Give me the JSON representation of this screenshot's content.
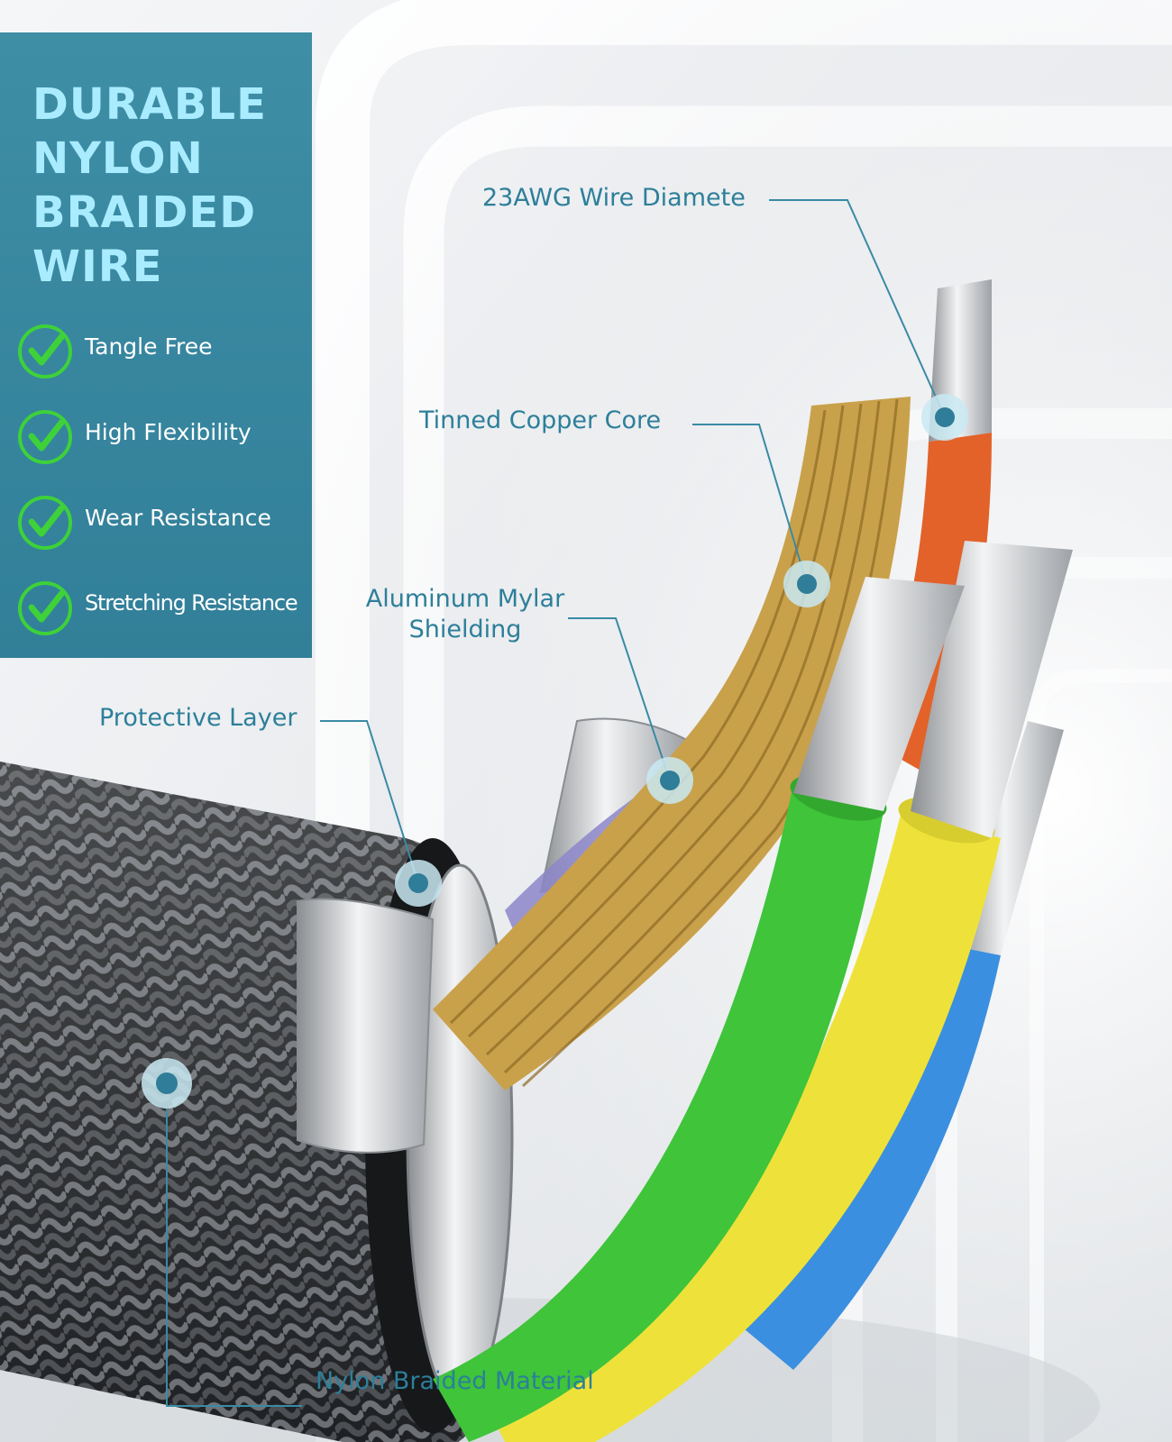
{
  "headline": [
    "DURABLE",
    "NYLON",
    "BRAIDED",
    "WIRE"
  ],
  "features": [
    {
      "label": "Tangle Free",
      "icon": "check-circle-icon"
    },
    {
      "label": "High Flexibility",
      "icon": "check-circle-icon"
    },
    {
      "label": "Wear Resistance",
      "icon": "check-circle-icon"
    },
    {
      "label": "Stretching Resistance",
      "icon": "check-circle-icon"
    }
  ],
  "callouts": {
    "wire_diameter": "23AWG Wire Diamete",
    "copper_core": "Tinned Copper Core",
    "mylar_shielding": [
      "Aluminum Mylar",
      "Shielding"
    ],
    "protective_layer": "Protective Layer",
    "nylon_material": "Nylon Braided Material"
  },
  "colors": {
    "panel": "#3e8ea6",
    "headline": "#a9ecff",
    "check": "#3ed13a",
    "callout_text": "#2d7f9a",
    "callout_line": "#3a8aa5",
    "wire_green": "#3fc43a",
    "wire_yellow": "#eee23a",
    "wire_blue": "#3b8fe0",
    "wire_orange": "#e2622a",
    "copper": "#c9a14b"
  }
}
